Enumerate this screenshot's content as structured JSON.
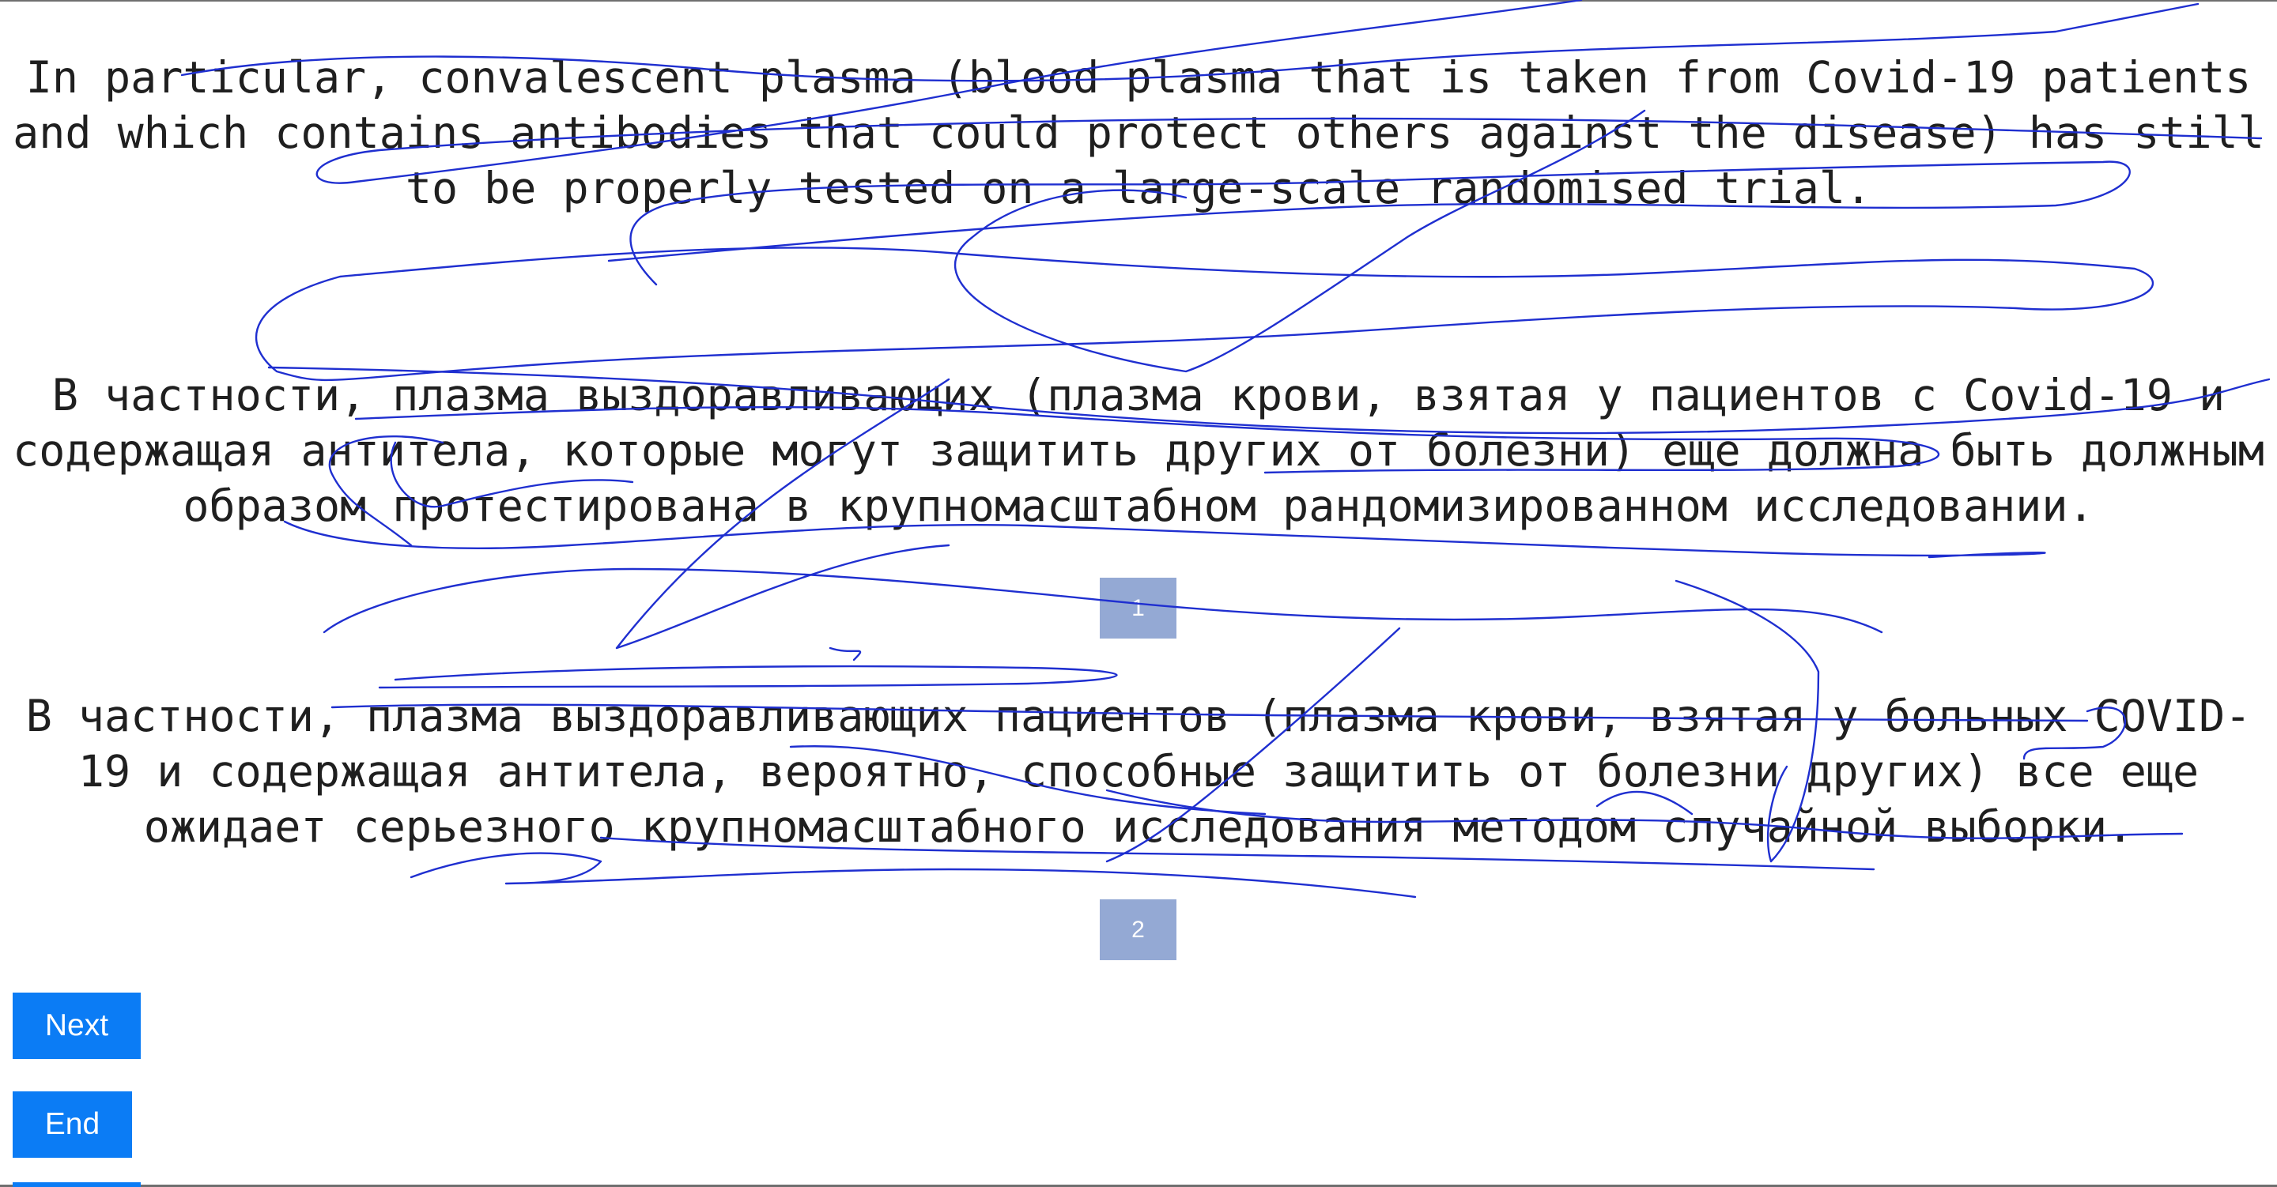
{
  "source_text": "In particular, convalescent plasma (blood plasma that is taken from Covid-19 patients and which contains antibodies that could protect others against the disease) has still to be properly tested on a large-scale randomised trial.",
  "translations": [
    {
      "text": "В частности, плазма выздоравливающих (плазма крови, взятая у пациентов с Covid-19 и содержащая антитела, которые могут защитить других от болезни) еще должна быть должным образом протестирована в крупномасштабном рандомизированном исследовании.",
      "badge": "1"
    },
    {
      "text": "В частности, плазма выздоравливающих пациентов (плазма крови, взятая у больных COVID-19 и содержащая антитела, вероятно, способные защитить от болезни других) все еще ожидает серьезного крупномасштабного исследования методом случайной выборки.",
      "badge": "2"
    }
  ],
  "buttons": {
    "next": "Next",
    "end": "End"
  },
  "colors": {
    "button": "#0b7cf5",
    "badge": "#94a9d4",
    "scribble": "#1f2fd0"
  }
}
